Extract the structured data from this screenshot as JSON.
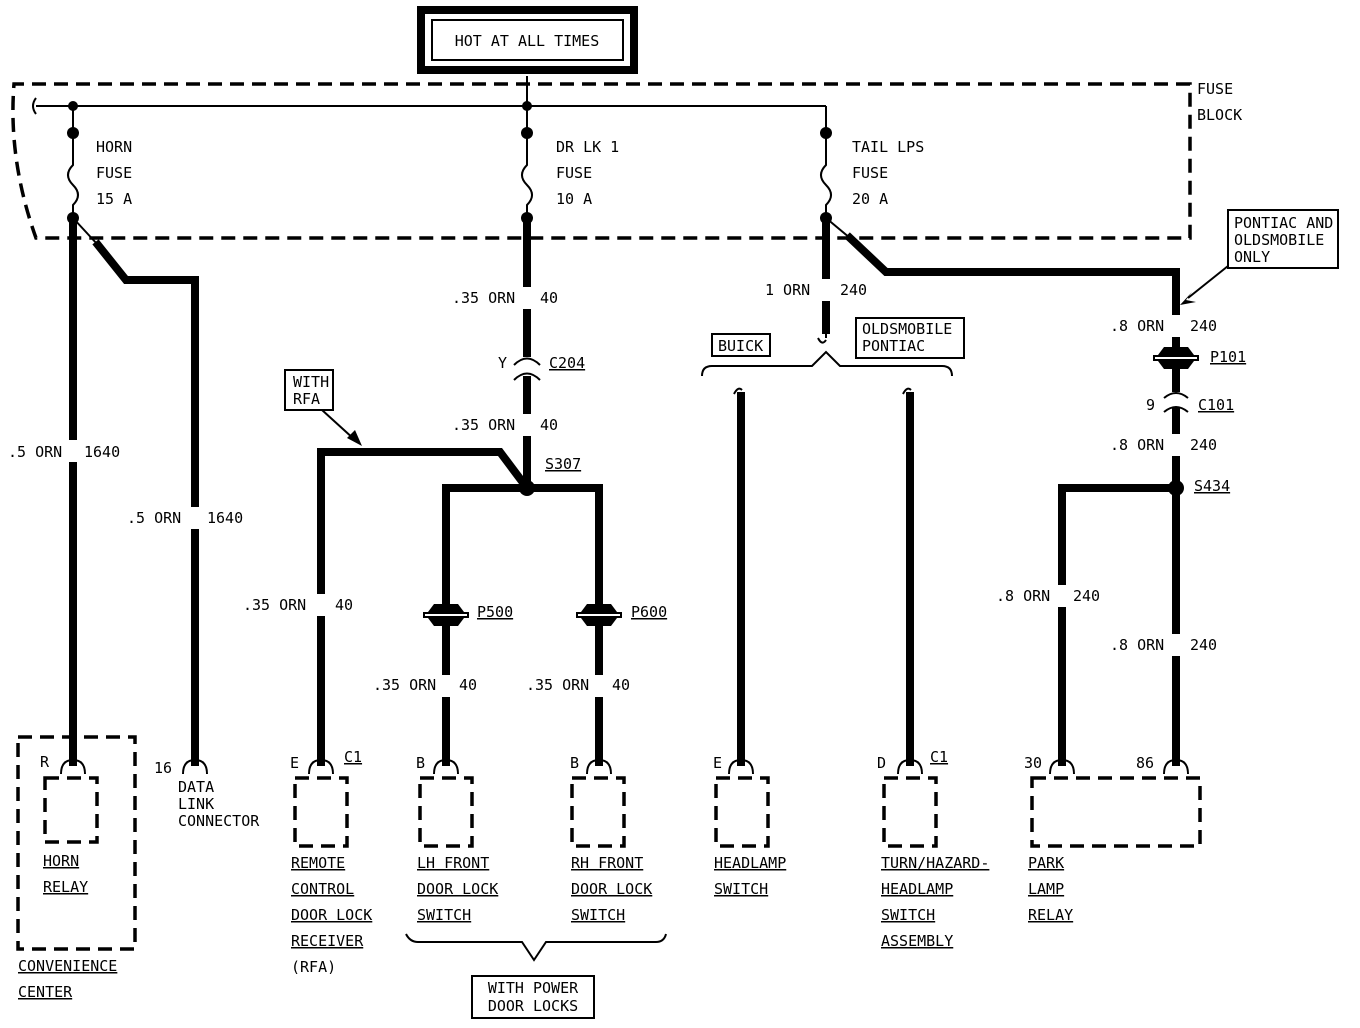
{
  "header": "HOT AT ALL TIMES",
  "fuse_block": {
    "line1": "FUSE",
    "line2": "BLOCK"
  },
  "fuses": [
    {
      "l1": "HORN",
      "l2": "FUSE",
      "l3": "15 A"
    },
    {
      "l1": "DR LK 1",
      "l2": "FUSE",
      "l3": "10 A"
    },
    {
      "l1": "TAIL LPS",
      "l2": "FUSE",
      "l3": "20 A"
    }
  ],
  "wires": {
    "horn_relay": {
      "size": ".5 ORN",
      "circuit": "1640"
    },
    "dlc": {
      "size": ".5 ORN",
      "circuit": "1640"
    },
    "drlk_upper": {
      "size": ".35 ORN",
      "circuit": "40"
    },
    "drlk_lower": {
      "size": ".35 ORN",
      "circuit": "40"
    },
    "rfa": {
      "size": ".35 ORN",
      "circuit": "40"
    },
    "lh": {
      "size": ".35 ORN",
      "circuit": "40"
    },
    "rh": {
      "size": ".35 ORN",
      "circuit": "40"
    },
    "tail": {
      "size": "1 ORN",
      "circuit": "240"
    },
    "p101_upper": {
      "size": ".8 ORN",
      "circuit": "240"
    },
    "p101_lower": {
      "size": ".8 ORN",
      "circuit": "240"
    },
    "park_30": {
      "size": ".8 ORN",
      "circuit": "240"
    },
    "park_86": {
      "size": ".8 ORN",
      "circuit": "240"
    }
  },
  "connectors": {
    "c204": "C204",
    "c204_pin": "Y",
    "s307": "S307",
    "p500": "P500",
    "p600": "P600",
    "p101": "P101",
    "c101": "C101",
    "c101_pin": "9",
    "s434": "S434"
  },
  "notes": {
    "with_rfa": [
      "WITH",
      "RFA"
    ],
    "pontiac_olds": [
      "PONTIAC AND",
      "OLDSMOBILE",
      "ONLY"
    ],
    "buick": "BUICK",
    "olds_pontiac": [
      "OLDSMOBILE",
      "PONTIAC"
    ],
    "power_locks": [
      "WITH POWER",
      "DOOR LOCKS"
    ]
  },
  "components": {
    "horn_relay": {
      "pin": "R",
      "lines": [
        "HORN",
        "RELAY"
      ]
    },
    "convenience": {
      "lines": [
        "CONVENIENCE",
        "CENTER"
      ]
    },
    "dlc": {
      "pin": "16",
      "lines": [
        "DATA",
        "LINK",
        "CONNECTOR"
      ]
    },
    "rcdlr": {
      "pin": "E",
      "conn": "C1",
      "lines": [
        "REMOTE",
        "CONTROL",
        "DOOR LOCK",
        "RECEIVER",
        "(RFA)"
      ]
    },
    "lh": {
      "pin": "B",
      "lines": [
        "LH FRONT",
        "DOOR LOCK",
        "SWITCH"
      ]
    },
    "rh": {
      "pin": "B",
      "lines": [
        "RH FRONT",
        "DOOR LOCK",
        "SWITCH"
      ]
    },
    "headlamp": {
      "pin": "E",
      "lines": [
        "HEADLAMP",
        "SWITCH"
      ]
    },
    "turn": {
      "pin": "D",
      "conn": "C1",
      "lines": [
        "TURN/HAZARD-",
        "HEADLAMP",
        "SWITCH",
        "ASSEMBLY"
      ]
    },
    "park": {
      "pin30": "30",
      "pin86": "86",
      "lines": [
        "PARK",
        "LAMP",
        "RELAY"
      ]
    }
  }
}
